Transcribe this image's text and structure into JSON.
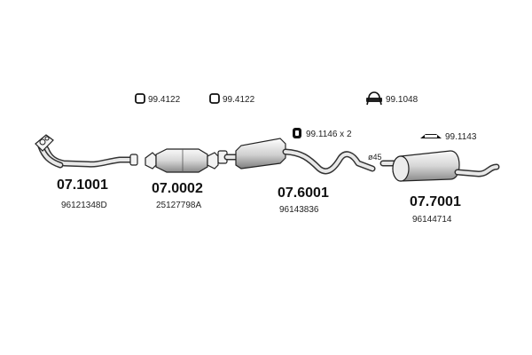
{
  "diagram_title": "",
  "parts": [
    {
      "part_no": "07.1001",
      "oem": "96121348D"
    },
    {
      "part_no": "07.0002",
      "oem": "25127798A"
    },
    {
      "part_no": "07.6001",
      "oem": "96143836"
    },
    {
      "part_no": "07.7001",
      "oem": "96144714"
    }
  ],
  "accessories": [
    {
      "label": "99.4122",
      "icon": "gasket-ring-icon"
    },
    {
      "label": "99.4122",
      "icon": "gasket-ring-icon"
    },
    {
      "label": "99.1048",
      "icon": "clamp-u-bolt-icon"
    },
    {
      "label": "99.1146 x 2",
      "icon": "rubber-hanger-icon"
    },
    {
      "label": "99.1143",
      "icon": "rubber-mount-icon"
    }
  ],
  "dimension_label": "ø45"
}
